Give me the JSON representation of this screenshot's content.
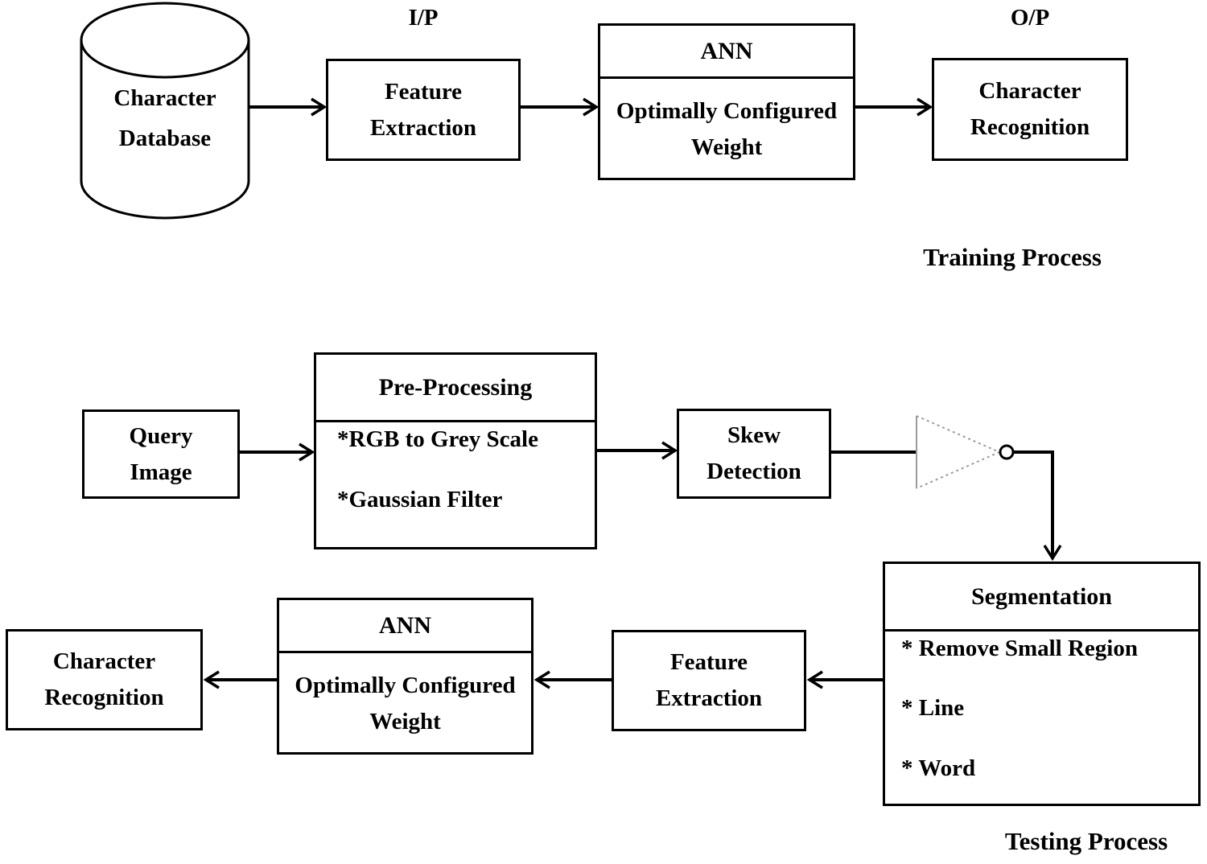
{
  "diagram": {
    "training": {
      "database_label": "Character Database",
      "input_label": "I/P",
      "feature_extraction_label": "Feature Extraction",
      "ann_header": "ANN",
      "ann_body": "Optimally Configured Weight",
      "output_label": "O/P",
      "recognition_label": "Character Recognition",
      "caption": "Training Process"
    },
    "testing": {
      "query_image_label": "Query Image",
      "preprocessing_header": "Pre-Processing",
      "preprocessing_items": [
        "*RGB to Grey Scale",
        "*Gaussian Filter"
      ],
      "skew_detection_label": "Skew Detection",
      "segmentation_header": "Segmentation",
      "segmentation_items": [
        "* Remove Small Region",
        "* Line",
        "* Word"
      ],
      "feature_extraction_label": "Feature Extraction",
      "ann_header": "ANN",
      "ann_body": "Optimally Configured Weight",
      "recognition_label": "Character Recognition",
      "caption": "Testing Process"
    },
    "colors": {
      "line": "#000000",
      "gate_outline": "#9b9b9b",
      "background": "#ffffff"
    }
  }
}
